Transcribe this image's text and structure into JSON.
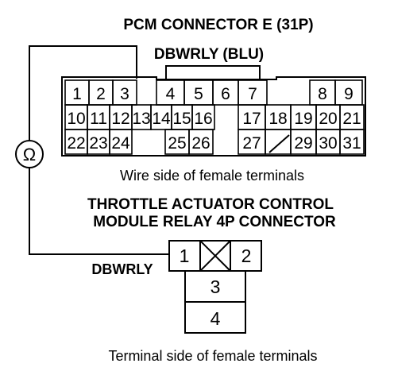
{
  "pcm_connector": {
    "title": "PCM CONNECTOR E (31P)",
    "highlight_label": "DBWRLY (BLU)",
    "caption": "Wire side of female terminals",
    "pins": {
      "row1": [
        "1",
        "2",
        "3",
        "4",
        "5",
        "6",
        "7",
        "8",
        "9"
      ],
      "row2": [
        "10",
        "11",
        "12",
        "13",
        "14",
        "15",
        "16",
        "17",
        "18",
        "19",
        "20",
        "21"
      ],
      "row3": [
        "22",
        "23",
        "24",
        "25",
        "26",
        "27",
        "29",
        "30",
        "31"
      ]
    }
  },
  "relay_connector": {
    "title_line1": "THROTTLE ACTUATOR CONTROL",
    "title_line2": "MODULE RELAY 4P CONNECTOR",
    "wire_label": "DBWRLY",
    "caption": "Terminal side of female terminals",
    "pins": [
      "1",
      "2",
      "3",
      "4"
    ]
  },
  "meter": {
    "symbol": "Ω",
    "icon": "ohmmeter-icon"
  }
}
